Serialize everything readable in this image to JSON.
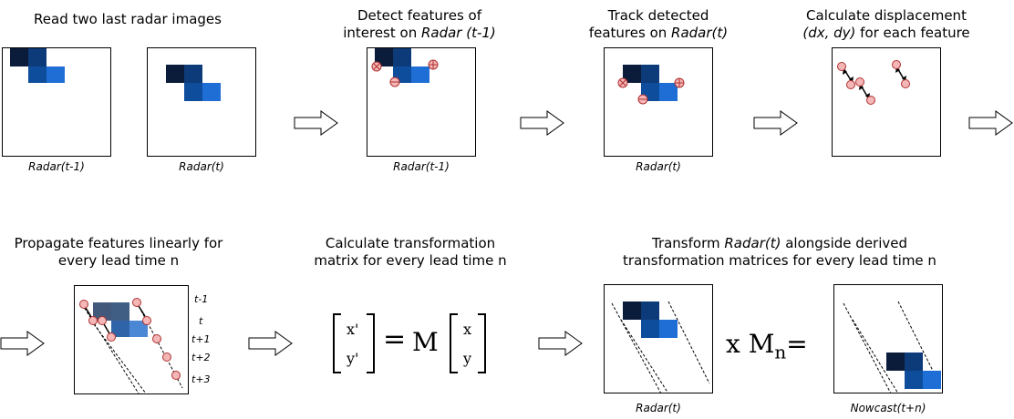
{
  "colors": {
    "dark": "#0b1c3b",
    "mid": "#0d4d9c",
    "light": "#1e6ed6",
    "feature": "#f4b6b6",
    "feature_border": "#b03030"
  },
  "step1": {
    "title_line1": "Read two last radar images",
    "cap_a": "Radar(t-1)",
    "cap_b": "Radar(t)"
  },
  "step2": {
    "title_line1": "Detect features of",
    "title_line2_plain": "interest on ",
    "title_line2_italic": "Radar (t-1)",
    "cap": "Radar(t-1)"
  },
  "step3": {
    "title_line1": "Track detected",
    "title_line2_plain": "features on ",
    "title_line2_italic": "Radar(t)",
    "cap": "Radar(t)"
  },
  "step4": {
    "title_line1": "Calculate displacement",
    "title_line2_italic": "(dx, dy)",
    "title_line2_plain": " for each feature"
  },
  "step5": {
    "title_line1": "Propagate features linearly for",
    "title_line2": "every lead time n",
    "lead_times": [
      "t-1",
      "t",
      "t+1",
      "t+2",
      "t+3"
    ]
  },
  "step6": {
    "title_line1": "Calculate transformation",
    "title_line2": "matrix for every lead time n",
    "vec_out_1": "x'",
    "vec_out_2": "y'",
    "eq_sign": "=",
    "matrix": "M",
    "vec_in_1": "x",
    "vec_in_2": "y"
  },
  "step7": {
    "title_line1_plain_a": "Transform ",
    "title_line1_italic": "Radar(t)",
    "title_line1_plain_b": " alongside derived",
    "title_line2": "transformation matrices for every lead time n",
    "cap_a": "Radar(t)",
    "op": "x M",
    "op_sub": "n",
    "op_eq": "=",
    "cap_b": "Nowcast(t+n)"
  }
}
